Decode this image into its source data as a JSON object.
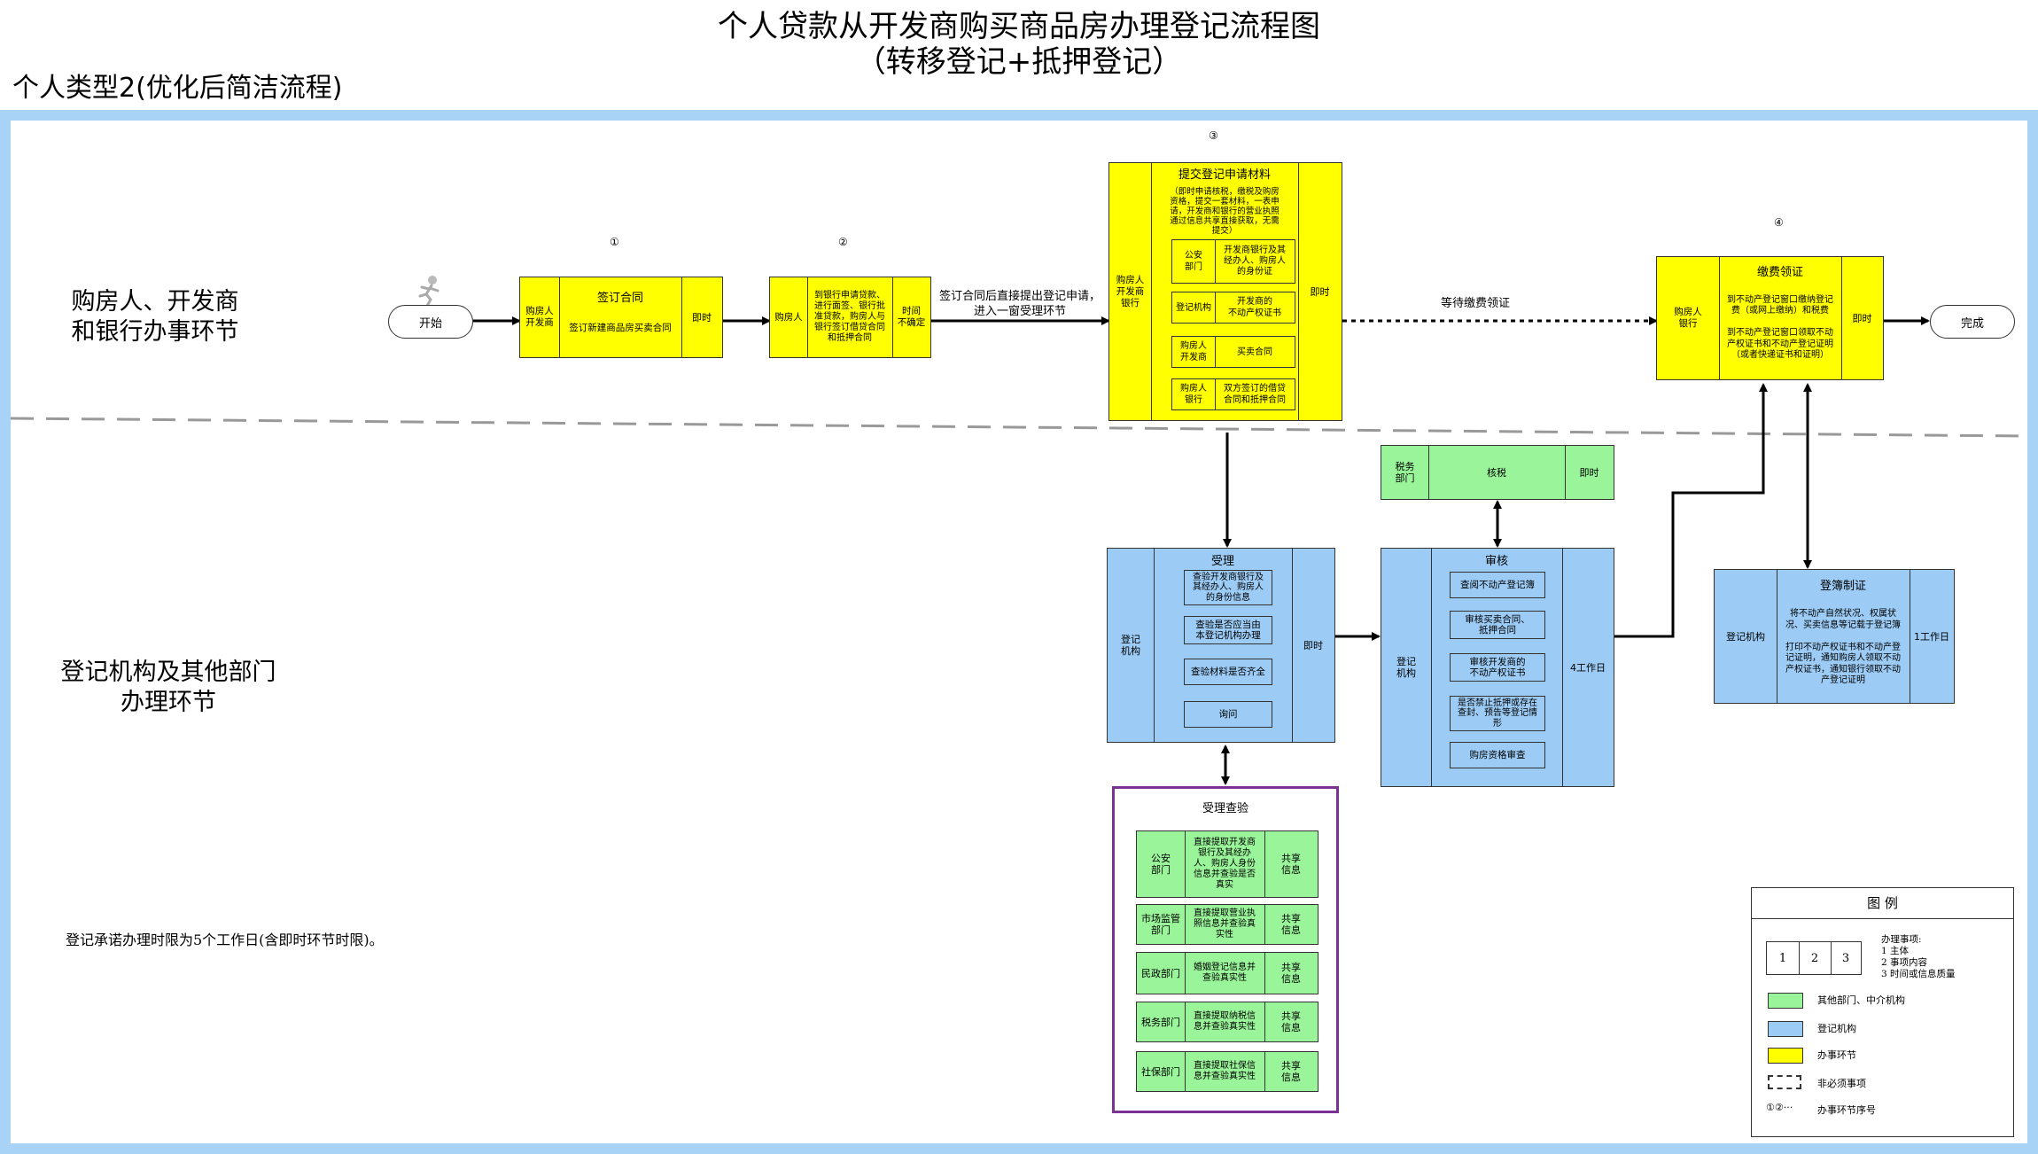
{
  "title": {
    "line1": "个人贷款从开发商购买商品房办理登记流程图",
    "line2": "（转移登记+抵押登记）"
  },
  "subtitle": "个人类型2(优化后简洁流程)",
  "lanes": {
    "top": "购房人、开发商\n和银行办事环节",
    "bottom": "登记机构及其他部门\n办理环节"
  },
  "start": "开始",
  "finish": "完成",
  "step_numbers": [
    "①",
    "②",
    "③",
    "④"
  ],
  "step1": {
    "actor": "购房人\n开发商",
    "title": "签订合同",
    "content": "签订新建商品房买卖合同",
    "time": "即时"
  },
  "step2": {
    "actor": "购房人",
    "content": "到银行申请贷款、\n进行面签、银行批\n准贷款，购房人与\n银行签订借贷合同\n和抵押合同",
    "time": "时间\n不确定"
  },
  "arrow_label_1": "签订合同后直接提出登记申请，\n进入一窗受理环节",
  "step3": {
    "title": "提交登记申请材料",
    "note": "（即时申请核税，缴税及购房\n资格，提交一套材料，一表申\n请，开发商和银行的营业执照\n通过信息共享直接获取，无需\n提交）",
    "actor": "购房人\n开发商\n银行",
    "time": "即时",
    "items": [
      {
        "source": "公安\n部门",
        "material": "开发商银行及其\n经办人、购房人\n的身份证"
      },
      {
        "source": "登记机构",
        "material": "开发商的\n不动产权证书"
      },
      {
        "source": "购房人\n开发商",
        "material": "买卖合同"
      },
      {
        "source": "购房人\n银行",
        "material": "双方签订的借贷\n合同和抵押合同"
      }
    ]
  },
  "arrow_label_2": "等待缴费领证",
  "step4": {
    "actor": "购房人\n银行",
    "title": "缴费领证",
    "content": "到不动产登记窗口缴纳登记\n费（或网上缴纳）和税费\n\n到不动产登记窗口领取不动\n产权证书和不动产登记证明\n（或者快递证书和证明）",
    "time": "即时"
  },
  "accept": {
    "actor": "登记\n机构",
    "title": "受理",
    "items": [
      "查验开发商银行及\n其经办人、购房人\n的身份信息",
      "查验是否应当由\n本登记机构办理",
      "查验材料是否齐全",
      "询问"
    ],
    "time": "即时"
  },
  "tax": {
    "source": "税务\n部门",
    "content": "核税",
    "time": "即时"
  },
  "review": {
    "actor": "登记\n机构",
    "title": "审核",
    "items": [
      "查阅不动产登记簿",
      "审核买卖合同、\n抵押合同",
      "审核开发商的\n不动产权证书",
      "是否禁止抵押或存在\n查封、预告等登记情\n形",
      "购房资格审查"
    ],
    "time": "4工作日"
  },
  "register": {
    "actor": "登记机构",
    "title": "登簿制证",
    "content": "将不动产自然状况、权属状\n况、买卖信息等记载于登记簿\n\n打印不动产权证书和不动产登\n记证明，通知购房人领取不动\n产权证书，通知银行领取不动\n产登记证明",
    "time": "1工作日"
  },
  "verify": {
    "title": "受理查验",
    "rows": [
      {
        "dept": "公安\n部门",
        "content": "直接提取开发商\n银行及其经办\n人、购房人身份\n信息并查验是否\n真实",
        "share": "共享\n信息"
      },
      {
        "dept": "市场监管\n部门",
        "content": "直接提取营业执\n照信息并查验真\n实性",
        "share": "共享\n信息"
      },
      {
        "dept": "民政部门",
        "content": "婚姻登记信息并\n查验真实性",
        "share": "共享\n信息"
      },
      {
        "dept": "税务部门",
        "content": "直接提取纳税信\n息并查验真实性",
        "share": "共享\n信息"
      },
      {
        "dept": "社保部门",
        "content": "直接提取社保信\n息并查验真实性",
        "share": "共享\n信息"
      }
    ]
  },
  "deadline_note": "登记承诺办理时限为5个工作日(含即时环节时限)。",
  "legend": {
    "title": "图      例",
    "cells": [
      "1",
      "2",
      "3"
    ],
    "cells_caption": "办理事项:\n1 主体\n2 事项内容\n3 时间或信息质量",
    "items": [
      {
        "color": "#9af59a",
        "label": "其他部门、中介机构"
      },
      {
        "color": "#9ccbf5",
        "label": "登记机构"
      },
      {
        "color": "#ffff00",
        "label": "办事环节"
      }
    ],
    "dashed_label": "非必须事项",
    "seq_symbol": "①②···",
    "seq_label": "办事环节序号"
  },
  "colors": {
    "frame": "#a9d3f6",
    "yellow": "#ffff00",
    "blue": "#9ccbf5",
    "green": "#9af59a",
    "purple": "#7b3294"
  }
}
